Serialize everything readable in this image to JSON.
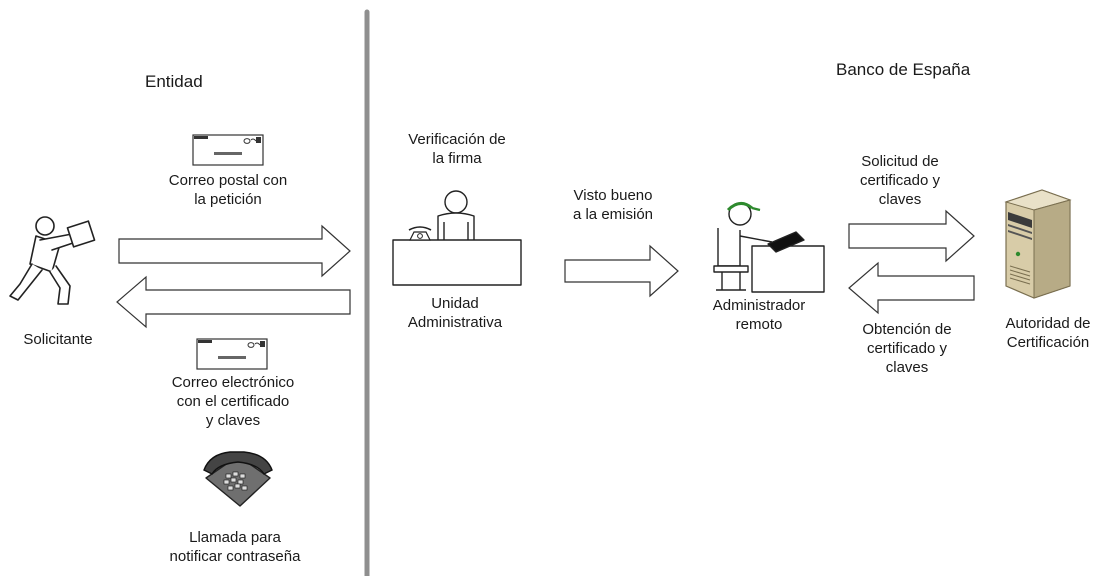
{
  "sections": {
    "left_title": "Entidad",
    "right_title": "Banco de España"
  },
  "labels": {
    "correo_postal": "Correo postal con\nla petición",
    "solicitante": "Solicitante",
    "correo_electronico": "Correo electrónico\ncon el certificado\ny claves",
    "llamada": "Llamada para\nnotificar contraseña",
    "verificacion": "Verificación de\nla firma",
    "unidad": "Unidad\nAdministrativa",
    "visto_bueno": "Visto bueno\na la emisión",
    "administrador": "Administrador\nremoto",
    "solicitud": "Solicitud de\ncertificado y\nclaves",
    "obtencion": "Obtención de\ncertificado y\nclaves",
    "autoridad": "Autoridad de\nCertificación"
  },
  "icons": {
    "person_carrying": "person-carrying-package-icon",
    "envelope": "envelope-icon",
    "telephone": "telephone-icon",
    "clerk_at_desk": "clerk-at-desk-icon",
    "desk_phone": "desk-phone-icon",
    "operator_at_computer": "operator-at-computer-icon",
    "server": "server-tower-icon",
    "arrow_right": "arrow-right-icon",
    "arrow_left": "arrow-left-icon"
  },
  "colors": {
    "divider": "#8f8f8f",
    "line": "#2a2a2a",
    "server_body": "#d8cca8",
    "phone": "#555555",
    "cap": "#2e8a2e"
  }
}
